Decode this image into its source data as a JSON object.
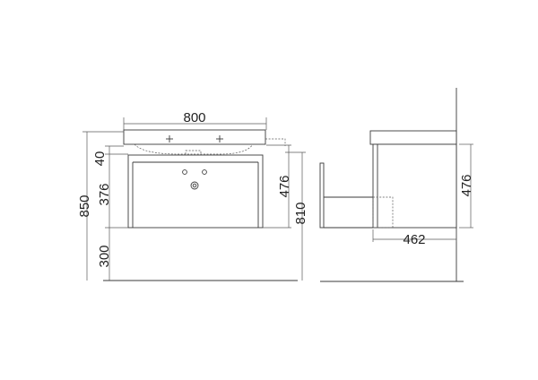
{
  "front_view": {
    "width_label": "800",
    "dim_total_height": "850",
    "dim_top_gap": "40",
    "dim_cabinet": "376",
    "dim_floor": "300",
    "dim_basin_height": "476",
    "dim_overall": "810"
  },
  "side_view": {
    "dim_height": "476",
    "dim_depth": "462"
  },
  "colors": {
    "line": "#3a3a3a",
    "text": "#222222"
  }
}
